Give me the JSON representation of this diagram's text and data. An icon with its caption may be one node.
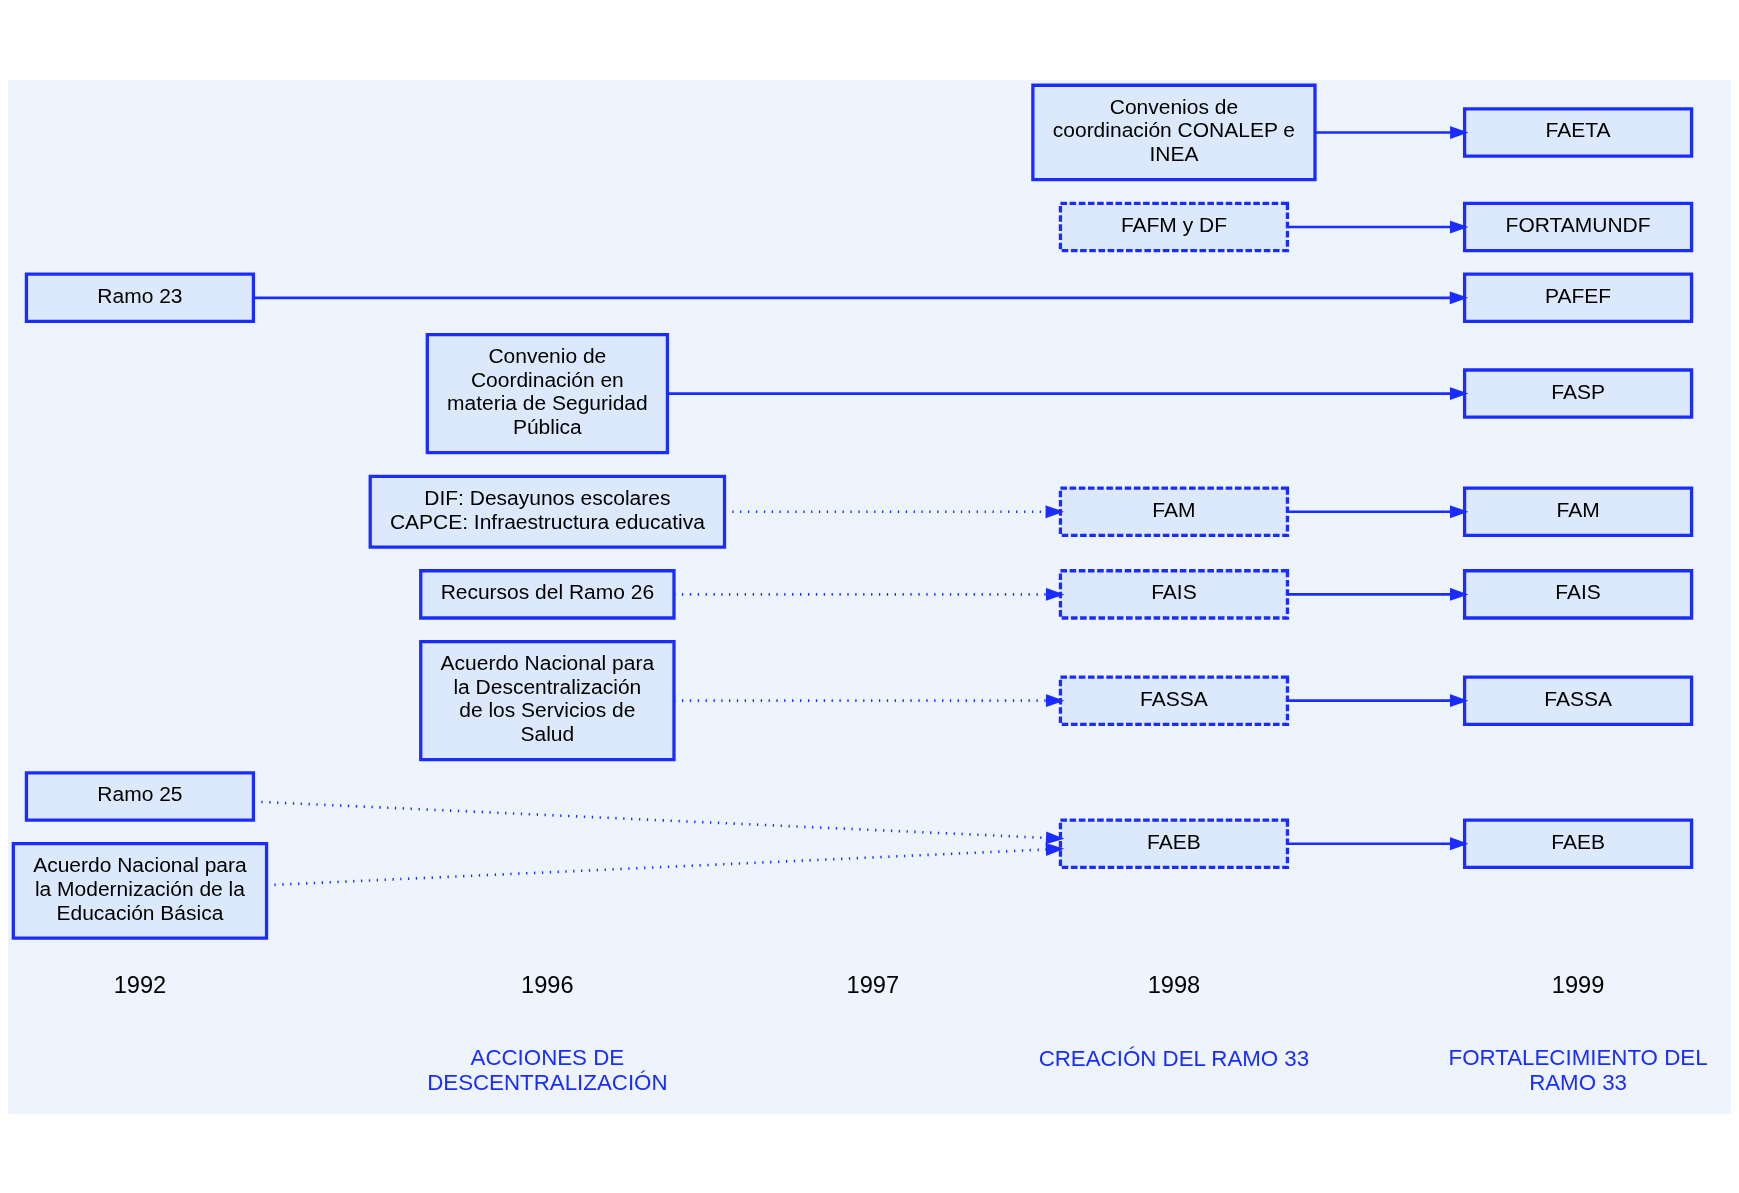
{
  "diagram": {
    "nodes": [
      {
        "text": [
          "Ramo 25"
        ]
      },
      {
        "text": [
          "Acuerdo Nacional para la Modernización de la Educación Básica"
        ]
      },
      {
        "text": [
          "Acuerdo Nacional para la Descentralización de los Servicios de Salud"
        ]
      },
      {
        "text": [
          "Recursos del Ramo 26"
        ]
      },
      {
        "text": [
          "DIF: Desayunos escolares",
          "CAPCE: Infraestructura educativa"
        ]
      },
      {
        "text": [
          "Convenio de Coordinación en materia de Seguridad Pública"
        ]
      },
      {
        "text": [
          "Ramo 23"
        ]
      },
      {
        "text": [
          "FAEB"
        ]
      },
      {
        "text": [
          "FASSA"
        ]
      },
      {
        "text": [
          "FAIS"
        ]
      },
      {
        "text": [
          "FAFM y DF"
        ]
      },
      {
        "text": [
          "FAM"
        ]
      },
      {
        "text": [
          "Convenios de coordinación CONALEP e INEA"
        ]
      },
      {
        "text": [
          "FAEB"
        ]
      },
      {
        "text": [
          "FASSA"
        ]
      },
      {
        "text": [
          "FAIS"
        ]
      },
      {
        "text": [
          "FORTAMUNDF"
        ]
      },
      {
        "text": [
          "FAM"
        ]
      },
      {
        "text": [
          "FASP"
        ]
      },
      {
        "text": [
          "FAETA"
        ]
      },
      {
        "text": [
          "PAFEF"
        ]
      }
    ],
    "edges": [
      {
        "from": 0,
        "to": 7,
        "arrow": "to",
        "style": "dashed"
      },
      {
        "from": 1,
        "to": 7,
        "arrow": "to",
        "style": "dashed"
      },
      {
        "from": 2,
        "to": 8,
        "arrow": "to",
        "style": "dashed"
      },
      {
        "from": 3,
        "to": 9,
        "arrow": "to",
        "style": "dashed"
      },
      {
        "from": 4,
        "to": 11,
        "arrow": "to",
        "style": "dashed"
      },
      {
        "from": 7,
        "to": 13,
        "arrow": "to"
      },
      {
        "from": 8,
        "to": 14,
        "arrow": "to"
      },
      {
        "from": 9,
        "to": 15,
        "arrow": "to"
      },
      {
        "from": 10,
        "to": 16,
        "arrow": "to"
      },
      {
        "from": 11,
        "to": 17,
        "arrow": "to"
      },
      {
        "from": 5,
        "to": 18,
        "arrow": "to"
      },
      {
        "from": 12,
        "to": 19,
        "arrow": "to"
      },
      {
        "from": 6,
        "to": 20,
        "arrow": "to"
      }
    ],
    "labels": [
      "ACCIONES DE DESCENTRALIZACIÓN",
      "CREACIÓN DEL RAMO 33",
      "FORTALECIMIENTO DEL RAMO 33",
      "1992",
      "1996",
      "1997",
      "1998",
      "1999"
    ]
  }
}
